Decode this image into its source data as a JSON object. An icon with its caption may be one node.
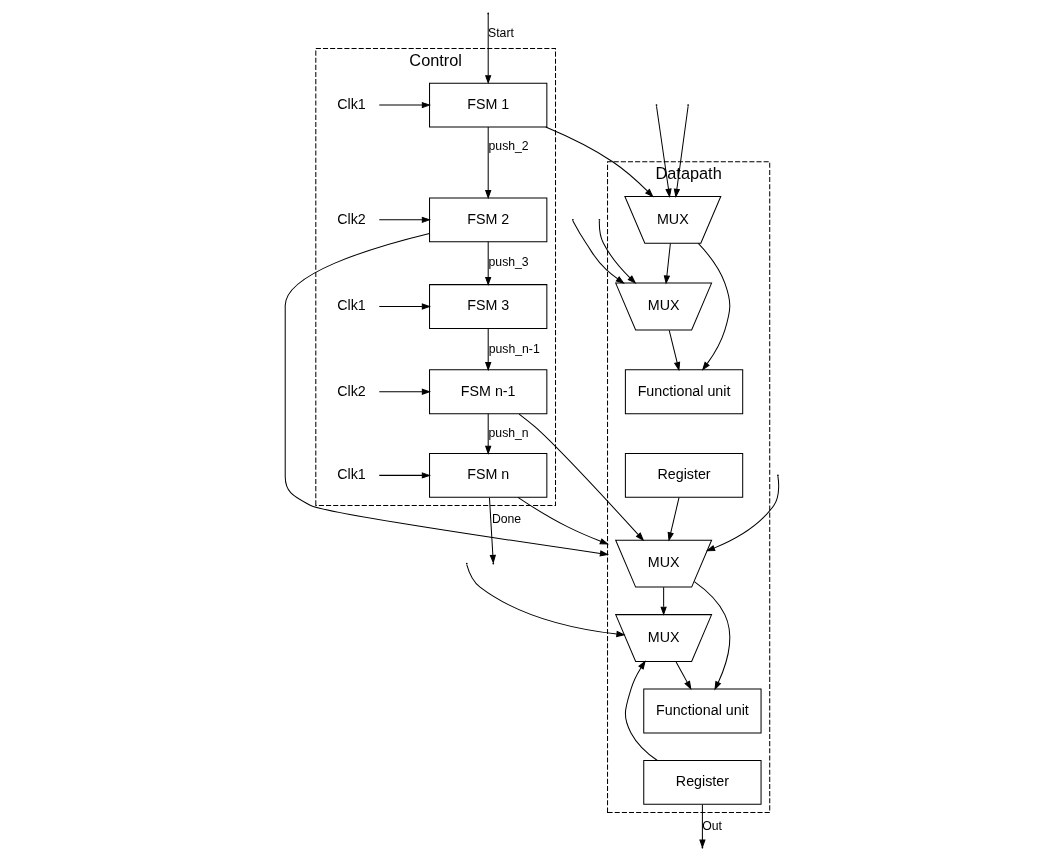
{
  "diagram": {
    "nodes": [
      {
        "text": [
          "Control"
        ]
      },
      {
        "text": [
          "Datapath"
        ]
      },
      {
        "text": [
          "Clk1"
        ],
        "in": 0
      },
      {
        "text": [
          "FSM 1"
        ],
        "in": 0
      },
      {
        "text": [
          "Clk2"
        ],
        "in": 0
      },
      {
        "text": [
          "FSM 2"
        ],
        "in": 0
      },
      {
        "text": [
          "Clk1"
        ],
        "in": 0
      },
      {
        "text": [
          "FSM 3"
        ],
        "in": 0
      },
      {
        "text": [
          "Clk2"
        ],
        "in": 0
      },
      {
        "text": [
          "FSM n-1"
        ],
        "in": 0
      },
      {
        "text": [
          "Clk1"
        ],
        "in": 0
      },
      {
        "text": [
          "FSM n"
        ],
        "in": 0
      },
      {
        "text": [
          "MUX"
        ],
        "in": 1
      },
      {
        "text": [
          "MUX"
        ],
        "in": 1
      },
      {
        "text": [
          "Functional unit"
        ],
        "in": 1
      },
      {
        "text": [
          "Register"
        ],
        "in": 1
      },
      {
        "text": [
          "MUX"
        ],
        "in": 1
      },
      {
        "text": [
          "MUX"
        ],
        "in": 1
      },
      {
        "text": [
          "Functional unit"
        ],
        "in": 1
      },
      {
        "text": [
          "Register"
        ],
        "in": 1
      }
    ],
    "edges": [
      {
        "from": null,
        "to": 3,
        "arrow": "to",
        "label": "Start"
      },
      {
        "from": 2,
        "to": 3,
        "arrow": "to"
      },
      {
        "from": 3,
        "to": 5,
        "arrow": "to",
        "label": "push_2"
      },
      {
        "from": 4,
        "to": 5,
        "arrow": "to"
      },
      {
        "from": 5,
        "to": 7,
        "arrow": "to",
        "label": "push_3"
      },
      {
        "from": 6,
        "to": 7,
        "arrow": "to"
      },
      {
        "from": 7,
        "to": 9,
        "arrow": "to",
        "label": "push_n-1"
      },
      {
        "from": 8,
        "to": 9,
        "arrow": "to"
      },
      {
        "from": 9,
        "to": 11,
        "arrow": "to",
        "label": "push_n"
      },
      {
        "from": 10,
        "to": 11,
        "arrow": "to"
      },
      {
        "from": 11,
        "to": null,
        "arrow": "to",
        "label": "Done"
      },
      {
        "from": 3,
        "to": 12,
        "arrow": "to"
      },
      {
        "from": 5,
        "to": 1,
        "arrow": "to"
      },
      {
        "from": 9,
        "to": 16,
        "arrow": "to"
      },
      {
        "from": 11,
        "to": 1,
        "arrow": "to"
      },
      {
        "from": null,
        "to": 12,
        "arrow": "to"
      },
      {
        "from": null,
        "to": 12,
        "arrow": "to"
      },
      {
        "from": null,
        "to": 13,
        "arrow": "to"
      },
      {
        "from": null,
        "to": 13,
        "arrow": "to"
      },
      {
        "from": 12,
        "to": 13,
        "arrow": "to"
      },
      {
        "from": 12,
        "to": 14,
        "arrow": "to"
      },
      {
        "from": 13,
        "to": 14,
        "arrow": "to"
      },
      {
        "from": null,
        "to": 16,
        "arrow": "to"
      },
      {
        "from": 15,
        "to": 16,
        "arrow": "to"
      },
      {
        "from": null,
        "to": 17,
        "arrow": "to"
      },
      {
        "from": 19,
        "to": 17,
        "arrow": "to"
      },
      {
        "from": 16,
        "to": 17,
        "arrow": "to"
      },
      {
        "from": 16,
        "to": 18,
        "arrow": "to"
      },
      {
        "from": 17,
        "to": 18,
        "arrow": "to"
      },
      {
        "from": 19,
        "to": null,
        "arrow": "to",
        "label": "Out"
      }
    ]
  }
}
